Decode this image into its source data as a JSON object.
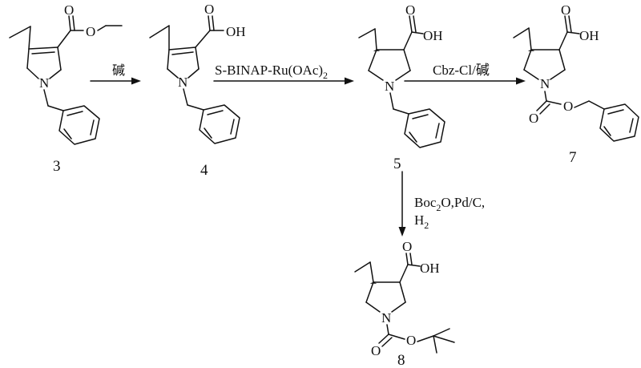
{
  "compounds": [
    {
      "id": "3",
      "label": "3",
      "atoms": {
        "N": "N",
        "O_carbonyl": "O",
        "O_ester": "O"
      }
    },
    {
      "id": "4",
      "label": "4",
      "atoms": {
        "N": "N",
        "O_carbonyl": "O",
        "OH": "OH"
      }
    },
    {
      "id": "5",
      "label": "5",
      "atoms": {
        "N": "N",
        "O_carbonyl": "O",
        "OH": "OH"
      }
    },
    {
      "id": "7",
      "label": "7",
      "atoms": {
        "N": "N",
        "O_carbonyl": "O",
        "OH": "OH",
        "O_carbamate_carbonyl": "O",
        "O_carbamate": "O"
      }
    },
    {
      "id": "8",
      "label": "8",
      "atoms": {
        "N": "N",
        "O_carbonyl": "O",
        "OH": "OH",
        "O_carbamate_carbonyl": "O",
        "O_carbamate": "O"
      }
    }
  ],
  "arrows": [
    {
      "from": "3",
      "to": "4",
      "reagent": "碱"
    },
    {
      "from": "4",
      "to": "5",
      "reagent_main": "S-BINAP-Ru(OAc)",
      "reagent_sub": "2"
    },
    {
      "from": "5",
      "to": "7",
      "reagent": "Cbz-Cl/碱"
    },
    {
      "from": "5",
      "to": "8",
      "line1_a": "Boc",
      "line1_sub": "2",
      "line1_b": "O,Pd/C,",
      "line2_a": "H",
      "line2_sub": "2"
    }
  ]
}
